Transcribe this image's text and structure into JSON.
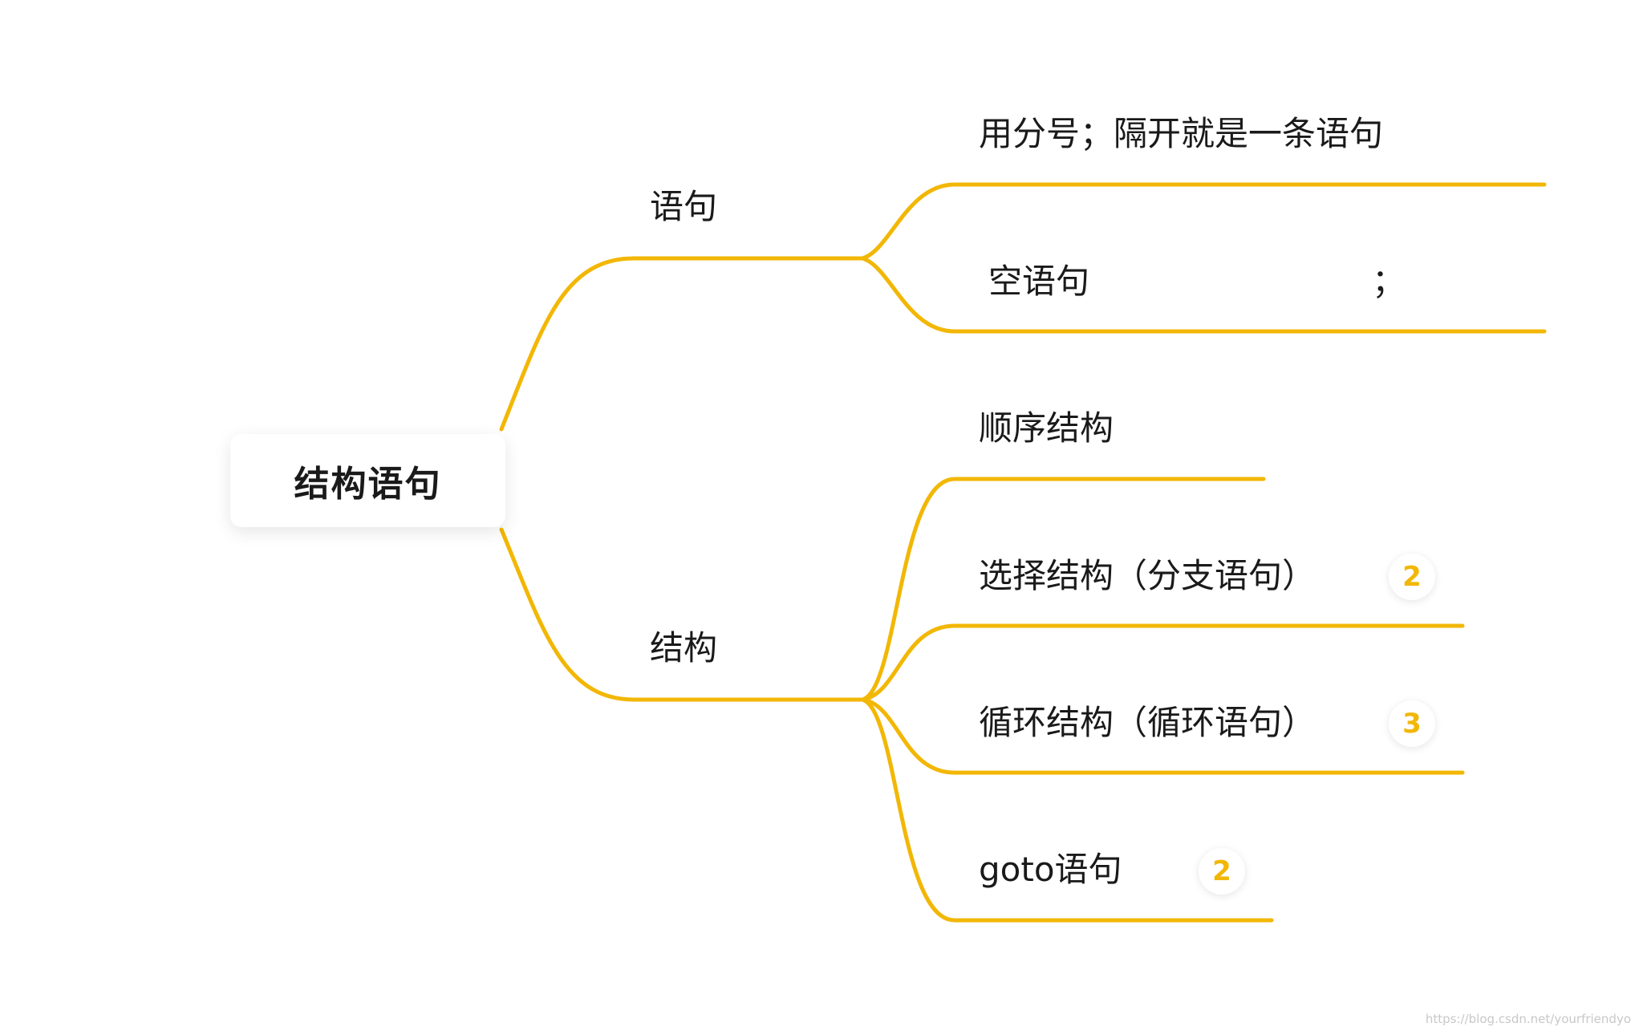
{
  "mindmap": {
    "root": {
      "label": "结构语句"
    },
    "branches": [
      {
        "label": "语句",
        "children": [
          {
            "label": "用分号；隔开就是一条语句"
          },
          {
            "label": "空语句",
            "suffix": "；"
          }
        ]
      },
      {
        "label": "结构",
        "children": [
          {
            "label": "顺序结构"
          },
          {
            "label": "选择结构（分支语句）",
            "badge": "2"
          },
          {
            "label": "循环结构（循环语句）",
            "badge": "3"
          },
          {
            "label": "goto语句",
            "badge": "2"
          }
        ]
      }
    ]
  },
  "watermark": "https://blog.csdn.net/yourfriendyo",
  "colors": {
    "branch": "#f2b705",
    "badge_text": "#f2b705",
    "text": "#1a1a1a"
  }
}
